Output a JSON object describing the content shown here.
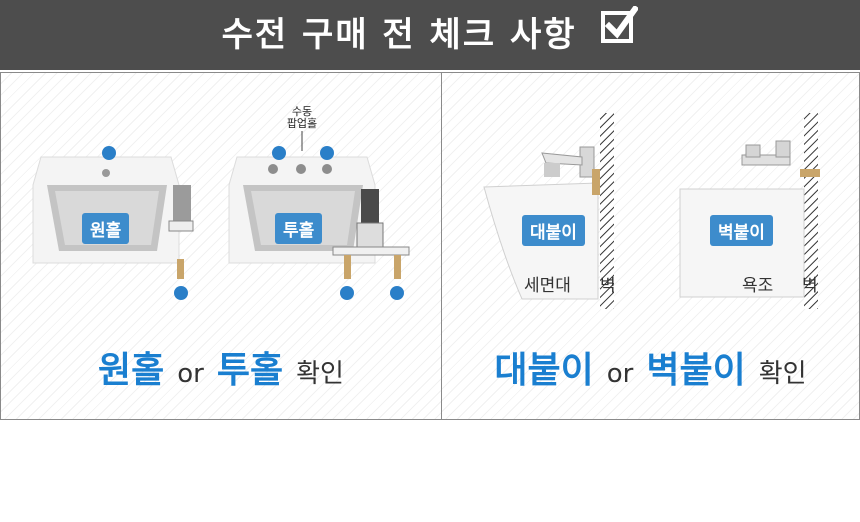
{
  "header": {
    "title": "수전 구매 전 체크 사항"
  },
  "left_panel": {
    "sink1_tag": "원홀",
    "sink2_tag": "투홀",
    "popup_label_line1": "수동",
    "popup_label_line2": "팝업홀",
    "caption_a": "원홀",
    "caption_or": "or",
    "caption_b": "투홀",
    "caption_tail": "확인"
  },
  "right_panel": {
    "fixture1_tag": "대붙이",
    "fixture1_name": "세면대",
    "fixture1_wall": "벽",
    "fixture2_tag": "벽붙이",
    "fixture2_name": "욕조",
    "fixture2_wall": "벽",
    "caption_a": "대붙이",
    "caption_or": "or",
    "caption_b": "벽붙이",
    "caption_tail": "확인"
  },
  "colors": {
    "accent": "#1a7fd0",
    "tag": "#3d8ccc",
    "header": "#4d4d4d",
    "dot": "#2a7fc8"
  }
}
